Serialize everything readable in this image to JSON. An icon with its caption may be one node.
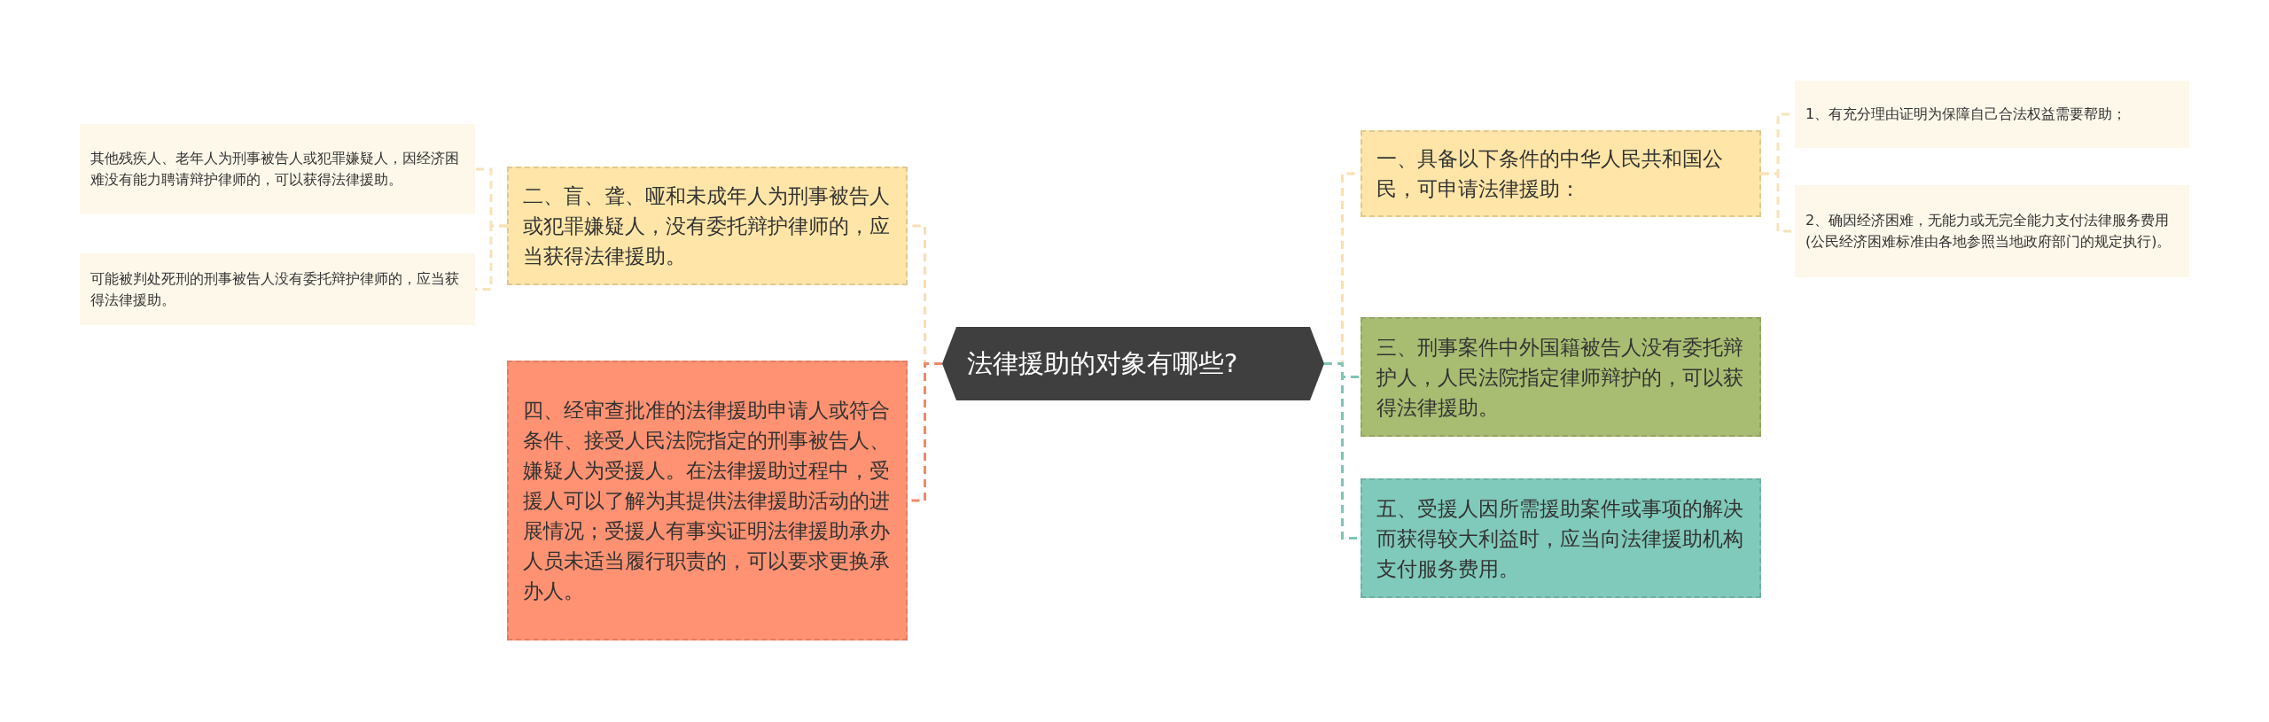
{
  "diagram": {
    "nodes": [
      {
        "text": [
          "法律援助的对象有哪些?"
        ]
      },
      {
        "text": [
          "二、盲、聋、哑和未成年人为刑事被告人或犯罪嫌疑人，没有委托辩护律师的，应当获得法律援助。"
        ]
      },
      {
        "text": [
          "其他残疾人、老年人为刑事被告人或犯罪嫌疑人，因经济困难没有能力聘请辩护律师的，可以获得法律援助。"
        ]
      },
      {
        "text": [
          "可能被判处死刑的刑事被告人没有委托辩护律师的，应当获得法律援助。"
        ]
      },
      {
        "text": [
          "四、经审查批准的法律援助申请人或符合条件、接受人民法院指定的刑事被告人、嫌疑人为受援人。在法律援助过程中，受援人可以了解为其提供法律援助活动的进展情况；受援人有事实证明法律援助承办人员未适当履行职责的，可以要求更换承办人。"
        ]
      },
      {
        "text": [
          "一、具备以下条件的中华人民共和国公民，可申请法律援助："
        ]
      },
      {
        "text": [
          "1、有充分理由证明为保障自己合法权益需要帮助；"
        ]
      },
      {
        "text": [
          "2、确因经济困难，无能力或无完全能力支付法律服务费用(公民经济困难标准由各地参照当地政府部门的规定执行)。"
        ]
      },
      {
        "text": [
          "三、刑事案件中外国籍被告人没有委托辩护人，人民法院指定律师辩护的，可以获得法律援助。"
        ]
      },
      {
        "text": [
          "五、受援人因所需援助案件或事项的解决而获得较大利益时，应当向法律援助机构支付服务费用。"
        ]
      }
    ],
    "edges": [
      {
        "from": 0,
        "to": 1,
        "arrow": "none",
        "color": "#fbdcb4"
      },
      {
        "from": 1,
        "to": 2,
        "arrow": "none",
        "color": "#f7e3b8"
      },
      {
        "from": 1,
        "to": 3,
        "arrow": "none",
        "color": "#f7e3b8"
      },
      {
        "from": 0,
        "to": 4,
        "arrow": "none",
        "color": "#ee8a68"
      },
      {
        "from": 0,
        "to": 5,
        "arrow": "none",
        "color": "#fbe0a8"
      },
      {
        "from": 5,
        "to": 6,
        "arrow": "none",
        "color": "#f7e3b8"
      },
      {
        "from": 5,
        "to": 7,
        "arrow": "none",
        "color": "#f7e3b8"
      },
      {
        "from": 0,
        "to": 8,
        "arrow": "none",
        "color": "#7fc4b8"
      },
      {
        "from": 0,
        "to": 9,
        "arrow": "none",
        "color": "#7fc4b8"
      }
    ]
  }
}
